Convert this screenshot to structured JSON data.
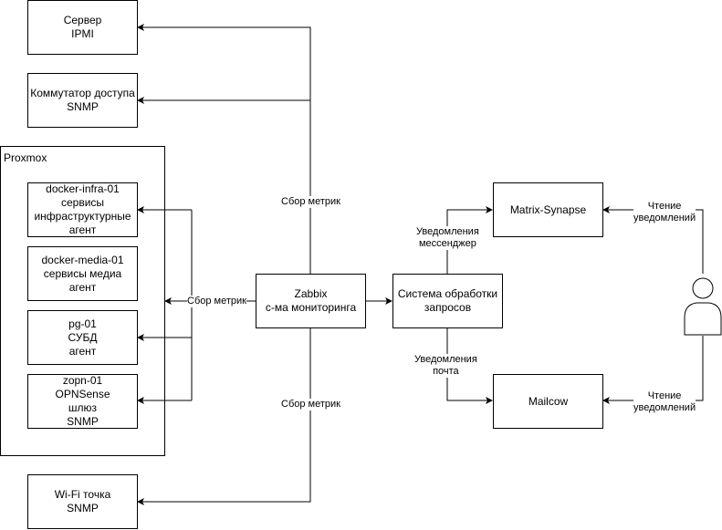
{
  "nodes": {
    "ipmi_server": [
      "Сервер",
      "IPMI"
    ],
    "access_switch": [
      "Коммутатор доступа",
      "SNMP"
    ],
    "docker_infra": [
      "docker-infra-01",
      "сервисы",
      "инфраструктурные",
      "агент"
    ],
    "docker_media": [
      "docker-media-01",
      "сервисы медиа",
      "агент"
    ],
    "pg": [
      "pg-01",
      "СУБД",
      "агент"
    ],
    "opnsense": [
      "zopn-01",
      "OPNSense",
      "шлюз",
      "SNMP"
    ],
    "wifi_ap": [
      "Wi-Fi точка",
      "SNMP"
    ],
    "zabbix": [
      "Zabbix",
      "с-ма мониторинга"
    ],
    "request_system": [
      "Система обработки",
      "запросов"
    ],
    "matrix": [
      "Matrix-Synapse"
    ],
    "mailcow": [
      "Mailcow"
    ]
  },
  "container": {
    "title": "Proxmox"
  },
  "edge_labels": {
    "metrics_top": [
      "Сбор метрик"
    ],
    "metrics_left": [
      "Сбор метрик"
    ],
    "metrics_bottom": [
      "Сбор метрик"
    ],
    "notify_messenger": [
      "Уведомления",
      "мессенджер"
    ],
    "notify_mail": [
      "Уведомления",
      "почта"
    ],
    "read_top": [
      "Чтение",
      "уведомлений"
    ],
    "read_bottom": [
      "Чтение",
      "уведомлений"
    ]
  },
  "actor": {
    "icon": "user-icon"
  },
  "colors": {
    "stroke": "#000000",
    "background": "#ffffff"
  }
}
